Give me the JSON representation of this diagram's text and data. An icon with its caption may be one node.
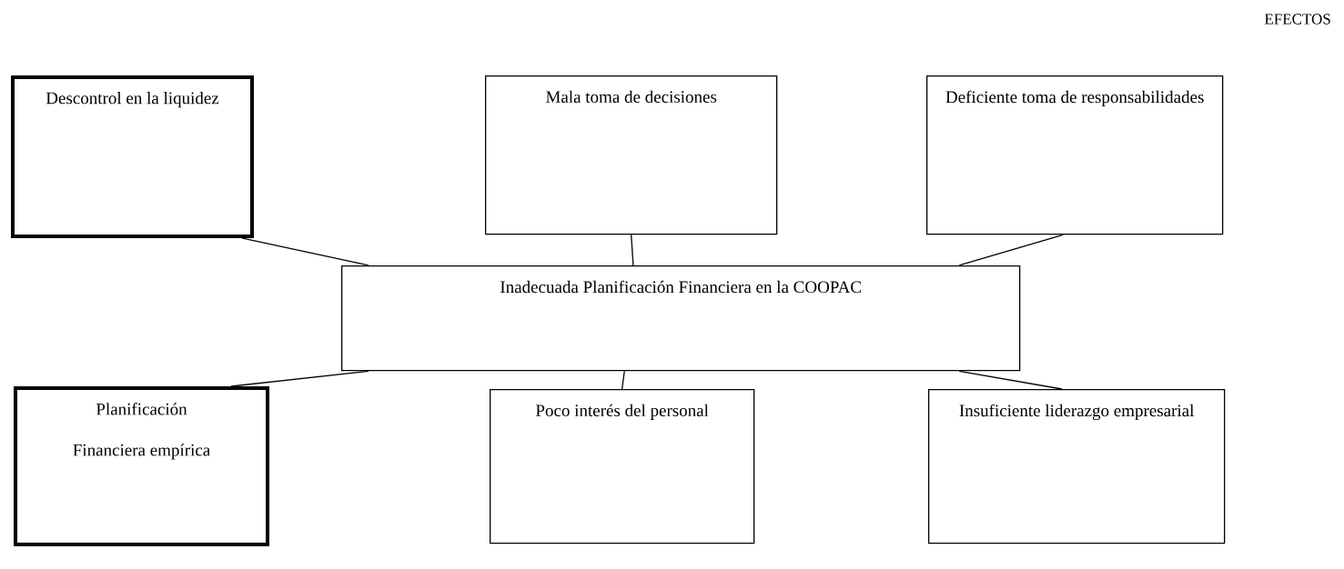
{
  "diagram": {
    "nodes": [
      {
        "text": [
          "Descontrol en la liquidez"
        ]
      },
      {
        "text": [
          "Mala toma de decisiones"
        ]
      },
      {
        "text": [
          "Deficiente toma de responsabilidades"
        ]
      },
      {
        "text": [
          "Inadecuada Planificación Financiera en la COOPAC"
        ]
      },
      {
        "text": [
          "Planificación Financiera empírica"
        ]
      },
      {
        "text": [
          "Poco interés  del personal"
        ]
      },
      {
        "text": [
          "Insuficiente liderazgo empresarial"
        ]
      }
    ],
    "edges": [
      {
        "from": 0,
        "to": 3,
        "arrow": "none"
      },
      {
        "from": 1,
        "to": 3,
        "arrow": "none"
      },
      {
        "from": 2,
        "to": 3,
        "arrow": "none"
      },
      {
        "from": 3,
        "to": 4,
        "arrow": "none"
      },
      {
        "from": 3,
        "to": 5,
        "arrow": "none"
      },
      {
        "from": 3,
        "to": 6,
        "arrow": "none"
      }
    ],
    "labels": [
      "EFECTOS"
    ]
  }
}
